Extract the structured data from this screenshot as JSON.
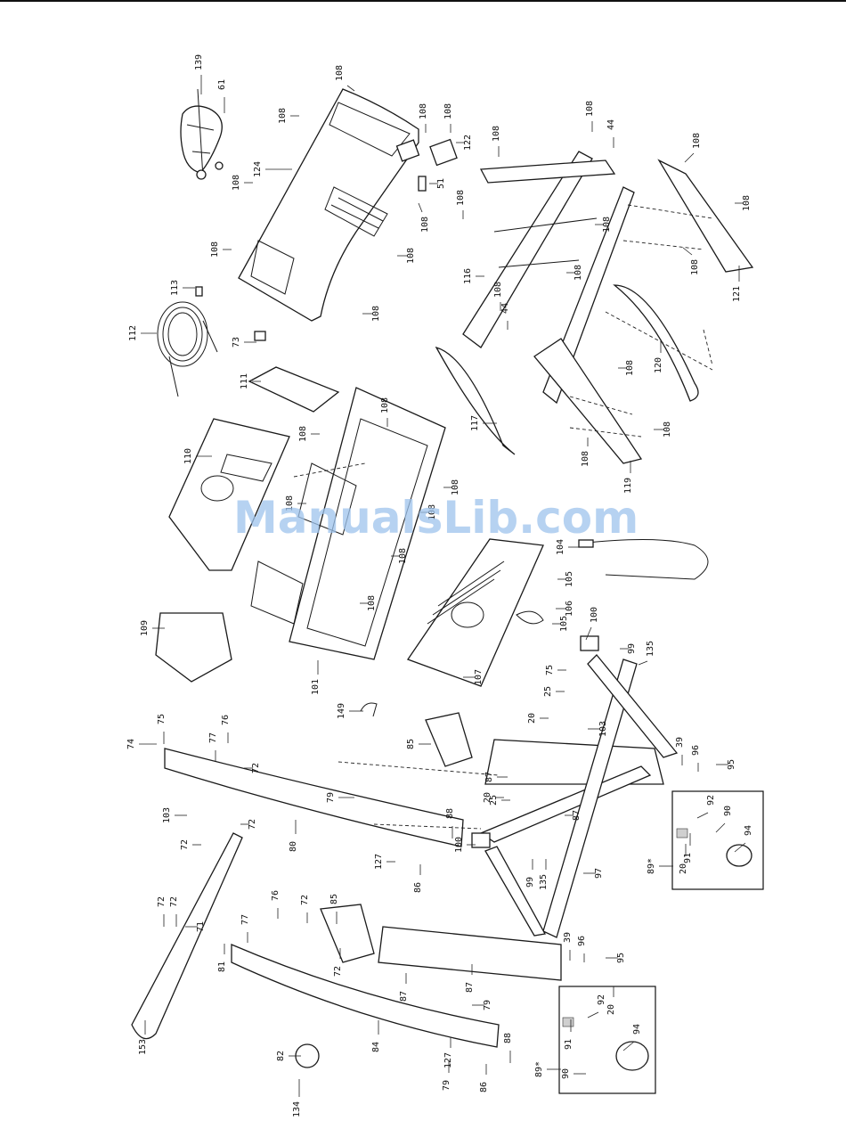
{
  "watermark": "ManualsLib.com",
  "callouts": [
    {
      "id": "139",
      "label": "139"
    },
    {
      "id": "61",
      "label": "61"
    },
    {
      "id": "108",
      "label": "108"
    },
    {
      "id": "124",
      "label": "124"
    },
    {
      "id": "122",
      "label": "122"
    },
    {
      "id": "51",
      "label": "51"
    },
    {
      "id": "44",
      "label": "44"
    },
    {
      "id": "116",
      "label": "116"
    },
    {
      "id": "121",
      "label": "121"
    },
    {
      "id": "120",
      "label": "120"
    },
    {
      "id": "119",
      "label": "119"
    },
    {
      "id": "117",
      "label": "117"
    },
    {
      "id": "113",
      "label": "113"
    },
    {
      "id": "112",
      "label": "112"
    },
    {
      "id": "73",
      "label": "73"
    },
    {
      "id": "111",
      "label": "111"
    },
    {
      "id": "110",
      "label": "110"
    },
    {
      "id": "109",
      "label": "109"
    },
    {
      "id": "101",
      "label": "101"
    },
    {
      "id": "149",
      "label": "149"
    },
    {
      "id": "104",
      "label": "104"
    },
    {
      "id": "105",
      "label": "105"
    },
    {
      "id": "106",
      "label": "106"
    },
    {
      "id": "107",
      "label": "107"
    },
    {
      "id": "100",
      "label": "100"
    },
    {
      "id": "99",
      "label": "99"
    },
    {
      "id": "135",
      "label": "135"
    },
    {
      "id": "75",
      "label": "75"
    },
    {
      "id": "25",
      "label": "25"
    },
    {
      "id": "20",
      "label": "20"
    },
    {
      "id": "103",
      "label": "103"
    },
    {
      "id": "85",
      "label": "85"
    },
    {
      "id": "39",
      "label": "39"
    },
    {
      "id": "96",
      "label": "96"
    },
    {
      "id": "95",
      "label": "95"
    },
    {
      "id": "92",
      "label": "92"
    },
    {
      "id": "90",
      "label": "90"
    },
    {
      "id": "91",
      "label": "91"
    },
    {
      "id": "94",
      "label": "94"
    },
    {
      "id": "89*",
      "label": "89*"
    },
    {
      "id": "87",
      "label": "87"
    },
    {
      "id": "97",
      "label": "97"
    },
    {
      "id": "74",
      "label": "74"
    },
    {
      "id": "76",
      "label": "76"
    },
    {
      "id": "77",
      "label": "77"
    },
    {
      "id": "72",
      "label": "72"
    },
    {
      "id": "79",
      "label": "79"
    },
    {
      "id": "80",
      "label": "80"
    },
    {
      "id": "88",
      "label": "88"
    },
    {
      "id": "127",
      "label": "127"
    },
    {
      "id": "86",
      "label": "86"
    },
    {
      "id": "71",
      "label": "71"
    },
    {
      "id": "153",
      "label": "153"
    },
    {
      "id": "81",
      "label": "81"
    },
    {
      "id": "82",
      "label": "82"
    },
    {
      "id": "84",
      "label": "84"
    },
    {
      "id": "134",
      "label": "134"
    }
  ]
}
